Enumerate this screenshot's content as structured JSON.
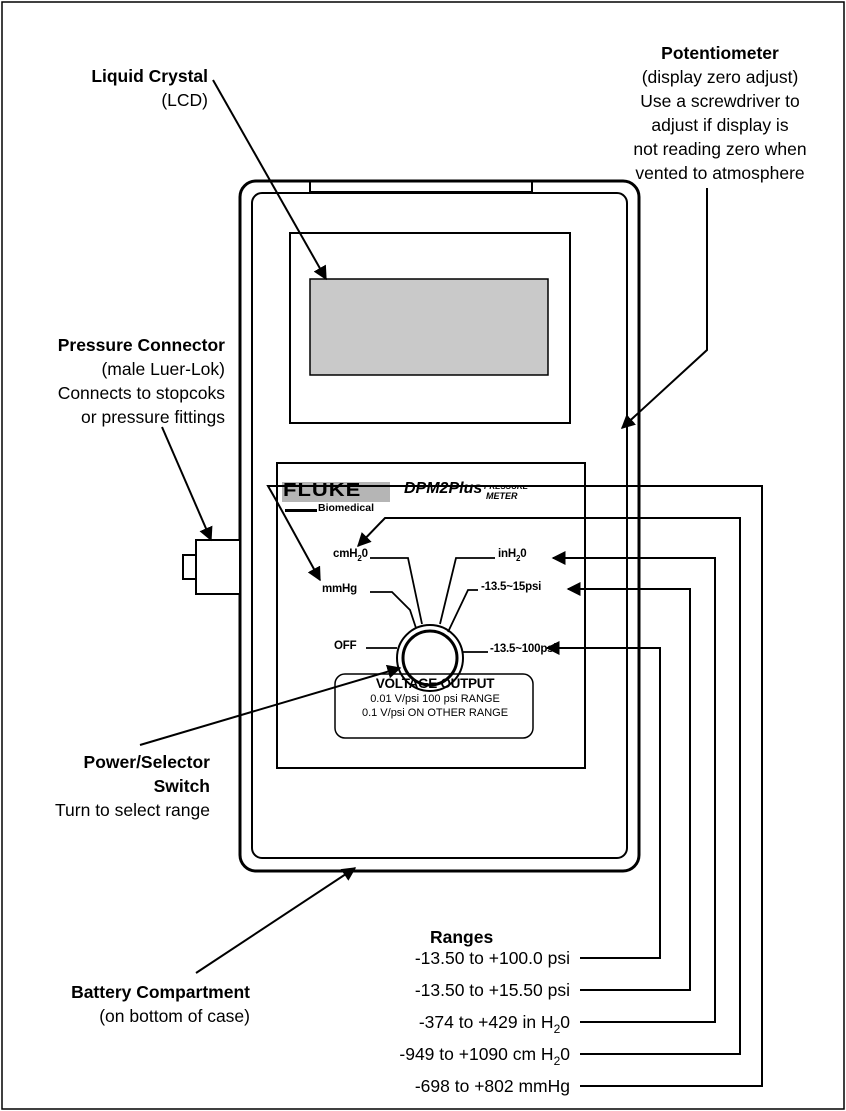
{
  "callouts": {
    "potentiometer": {
      "title": "Potentiometer",
      "lines": [
        "(display zero adjust)",
        "Use a screwdriver to",
        "adjust if display is",
        "not reading zero when",
        "vented to atmosphere"
      ]
    },
    "lcd": {
      "title": "Liquid Crystal",
      "lines": [
        "(LCD)"
      ]
    },
    "pressure_connector": {
      "title": "Pressure Connector",
      "lines": [
        "(male Luer-Lok)",
        "Connects to stopcoks",
        "or pressure fittings"
      ]
    },
    "power_switch": {
      "title_line1": "Power/Selector",
      "title_line2": "Switch",
      "lines": [
        "Turn to select range"
      ]
    },
    "battery": {
      "title": "Battery Compartment",
      "lines": [
        "(on bottom of case)"
      ]
    }
  },
  "device": {
    "brand": "FLUKE",
    "brand_sub": "Biomedical",
    "model": "DPM2Plus",
    "model_tag_top": "PRESSURE",
    "model_tag_bottom": "METER",
    "dial_left": {
      "cm": "cmH",
      "cm_sub": "2",
      "cm_end": "0",
      "mmhg": "mmHg",
      "off": "OFF"
    },
    "dial_right": {
      "in": "inH",
      "in_sub": "2",
      "in_end": "0",
      "psi15": "-13.5~15psi",
      "psi100": "-13.5~100psi"
    },
    "voltage_output": {
      "heading": "VOLTAGE OUTPUT",
      "line1": "0.01 V/psi 100 psi RANGE",
      "line2": "0.1 V/psi ON OTHER RANGE"
    }
  },
  "ranges": {
    "heading": "Ranges",
    "r1": "-13.50 to +100.0 psi",
    "r2": "-13.50 to +15.50 psi",
    "r3_a": "-374 to +429 in H",
    "r3_sub": "2",
    "r3_b": "0",
    "r4_a": "-949 to +1090 cm H",
    "r4_sub": "2",
    "r4_b": "0",
    "r5": "-698 to +802 mmHg"
  },
  "colors": {
    "lcd_fill": "#c9c9c9",
    "line": "#000000",
    "logo_band": "#b5b5b5"
  }
}
